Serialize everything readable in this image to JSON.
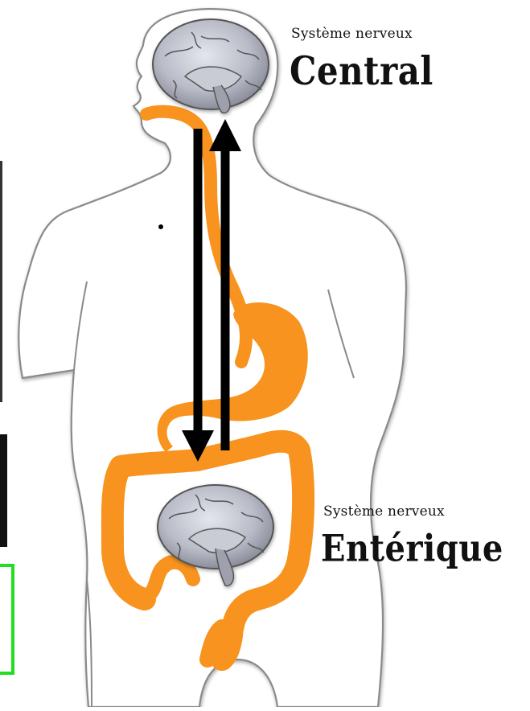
{
  "labels": {
    "cns_prefix": "Système nerveux",
    "cns_name": "Central",
    "ens_prefix": "Système nerveux",
    "ens_name": "Entérique"
  },
  "colors": {
    "gut": "#f7931e",
    "brain": "#b9bcc7",
    "outline": "#777777",
    "arrow": "#000000",
    "frame_green": "#22dd22"
  },
  "icons": [
    "brain-icon",
    "arrow-down-icon",
    "arrow-up-icon"
  ]
}
